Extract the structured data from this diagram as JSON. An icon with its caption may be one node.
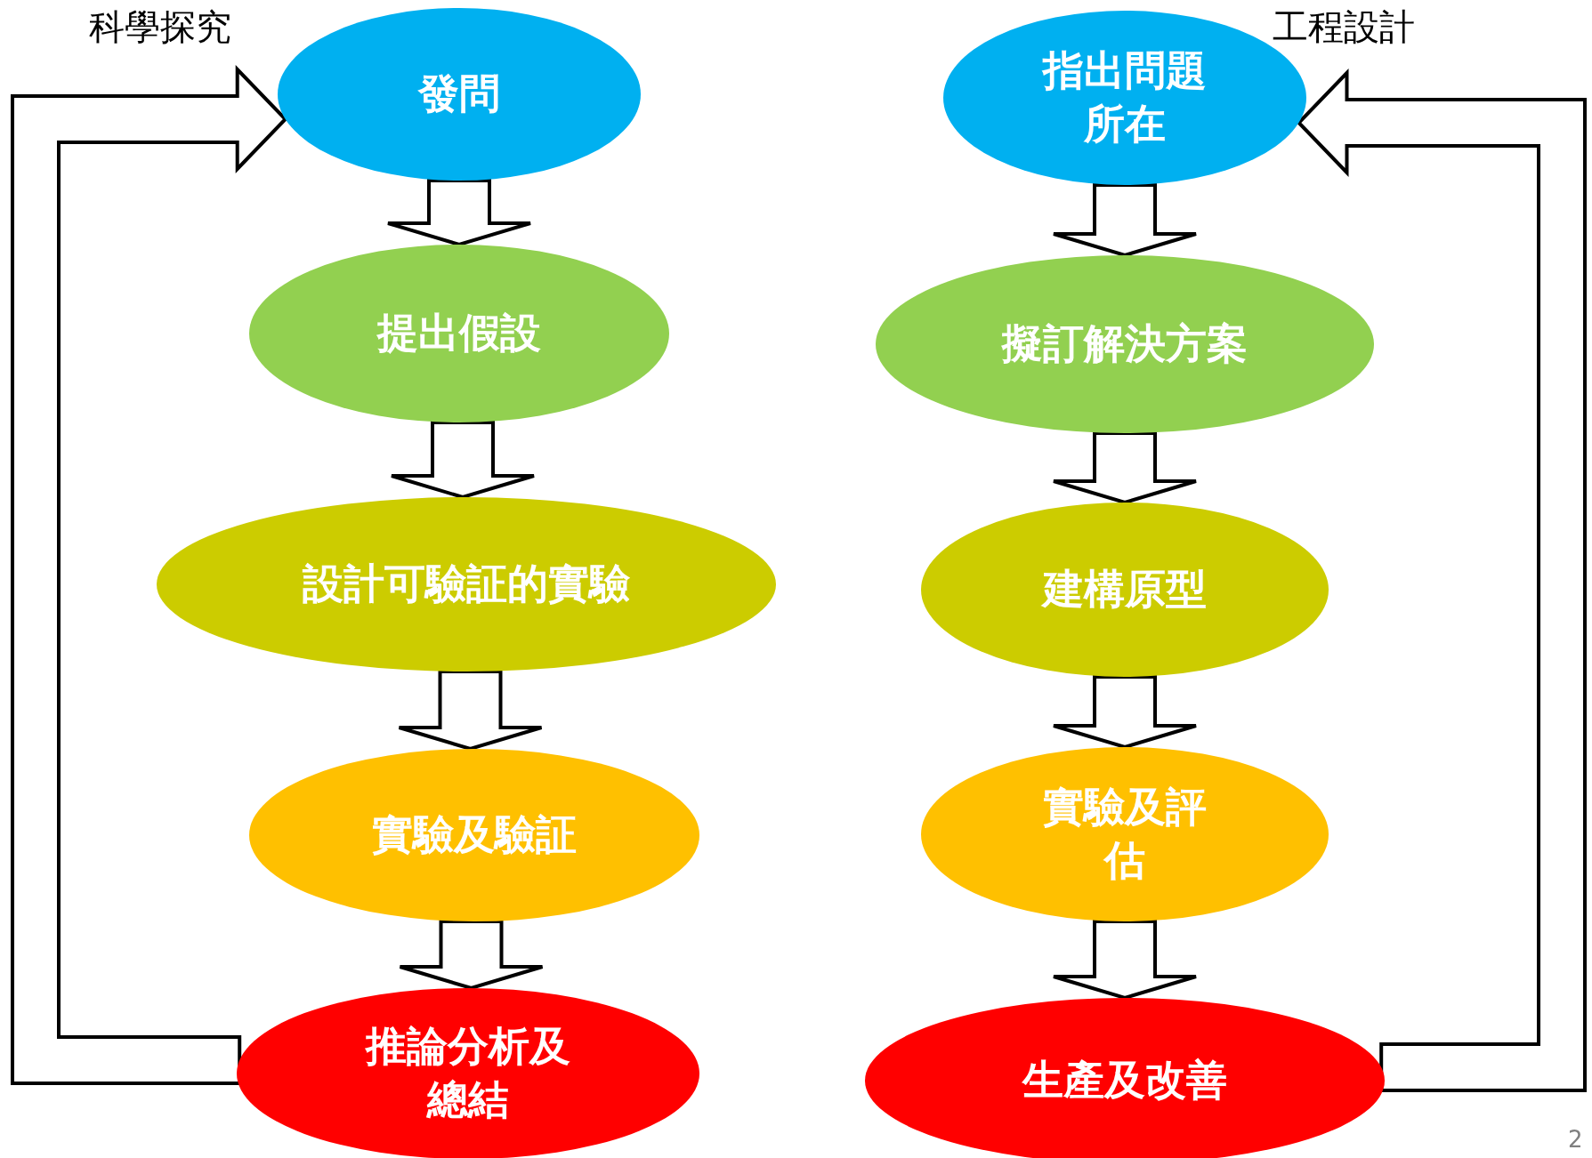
{
  "diagram": {
    "nodes": [
      {
        "text": [
          "發問"
        ]
      },
      {
        "text": [
          "提出假設"
        ]
      },
      {
        "text": [
          "設計可驗証的實驗"
        ]
      },
      {
        "text": [
          "實驗及驗証"
        ]
      },
      {
        "text": [
          "推論分析及總結"
        ]
      },
      {
        "text": [
          "指出問題所在"
        ]
      },
      {
        "text": [
          "擬訂解決方案"
        ]
      },
      {
        "text": [
          "建構原型"
        ]
      },
      {
        "text": [
          "實驗及評估"
        ]
      },
      {
        "text": [
          "生產及改善"
        ]
      }
    ],
    "edges": [
      {
        "from": 0,
        "to": 1,
        "arrow": "to"
      },
      {
        "from": 1,
        "to": 2,
        "arrow": "to"
      },
      {
        "from": 2,
        "to": 3,
        "arrow": "to"
      },
      {
        "from": 3,
        "to": 4,
        "arrow": "to"
      },
      {
        "from": 4,
        "to": 0,
        "arrow": "to"
      },
      {
        "from": 5,
        "to": 6,
        "arrow": "to"
      },
      {
        "from": 6,
        "to": 7,
        "arrow": "to"
      },
      {
        "from": 7,
        "to": 8,
        "arrow": "to"
      },
      {
        "from": 8,
        "to": 9,
        "arrow": "to"
      },
      {
        "from": 9,
        "to": 5,
        "arrow": "to"
      }
    ],
    "labels": [
      "科學探究",
      "工程設計",
      "2"
    ]
  }
}
